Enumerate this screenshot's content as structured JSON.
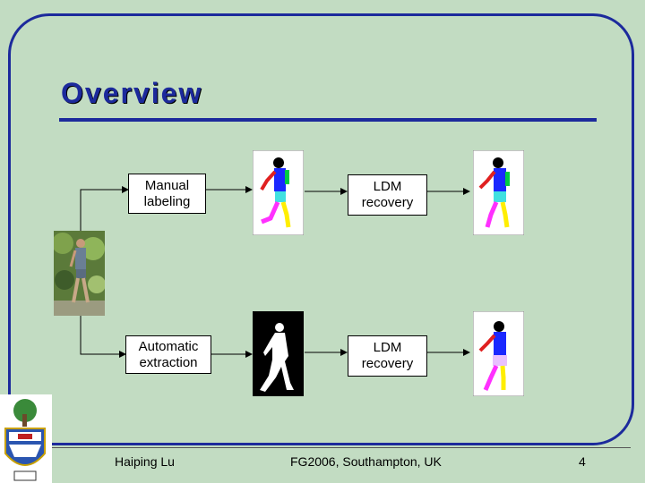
{
  "slide": {
    "title": "Overview"
  },
  "diagram": {
    "manual_label": "Manual\nlabeling",
    "ldm_top_label": "LDM\nrecovery",
    "auto_label": "Automatic\nextraction",
    "ldm_bottom_label": "LDM\nrecovery"
  },
  "footer": {
    "author": "Haiping Lu",
    "venue": "FG2006, Southampton, UK",
    "page": "4"
  },
  "colors": {
    "accent": "#1c2a9c",
    "background": "#c2dcc2"
  }
}
